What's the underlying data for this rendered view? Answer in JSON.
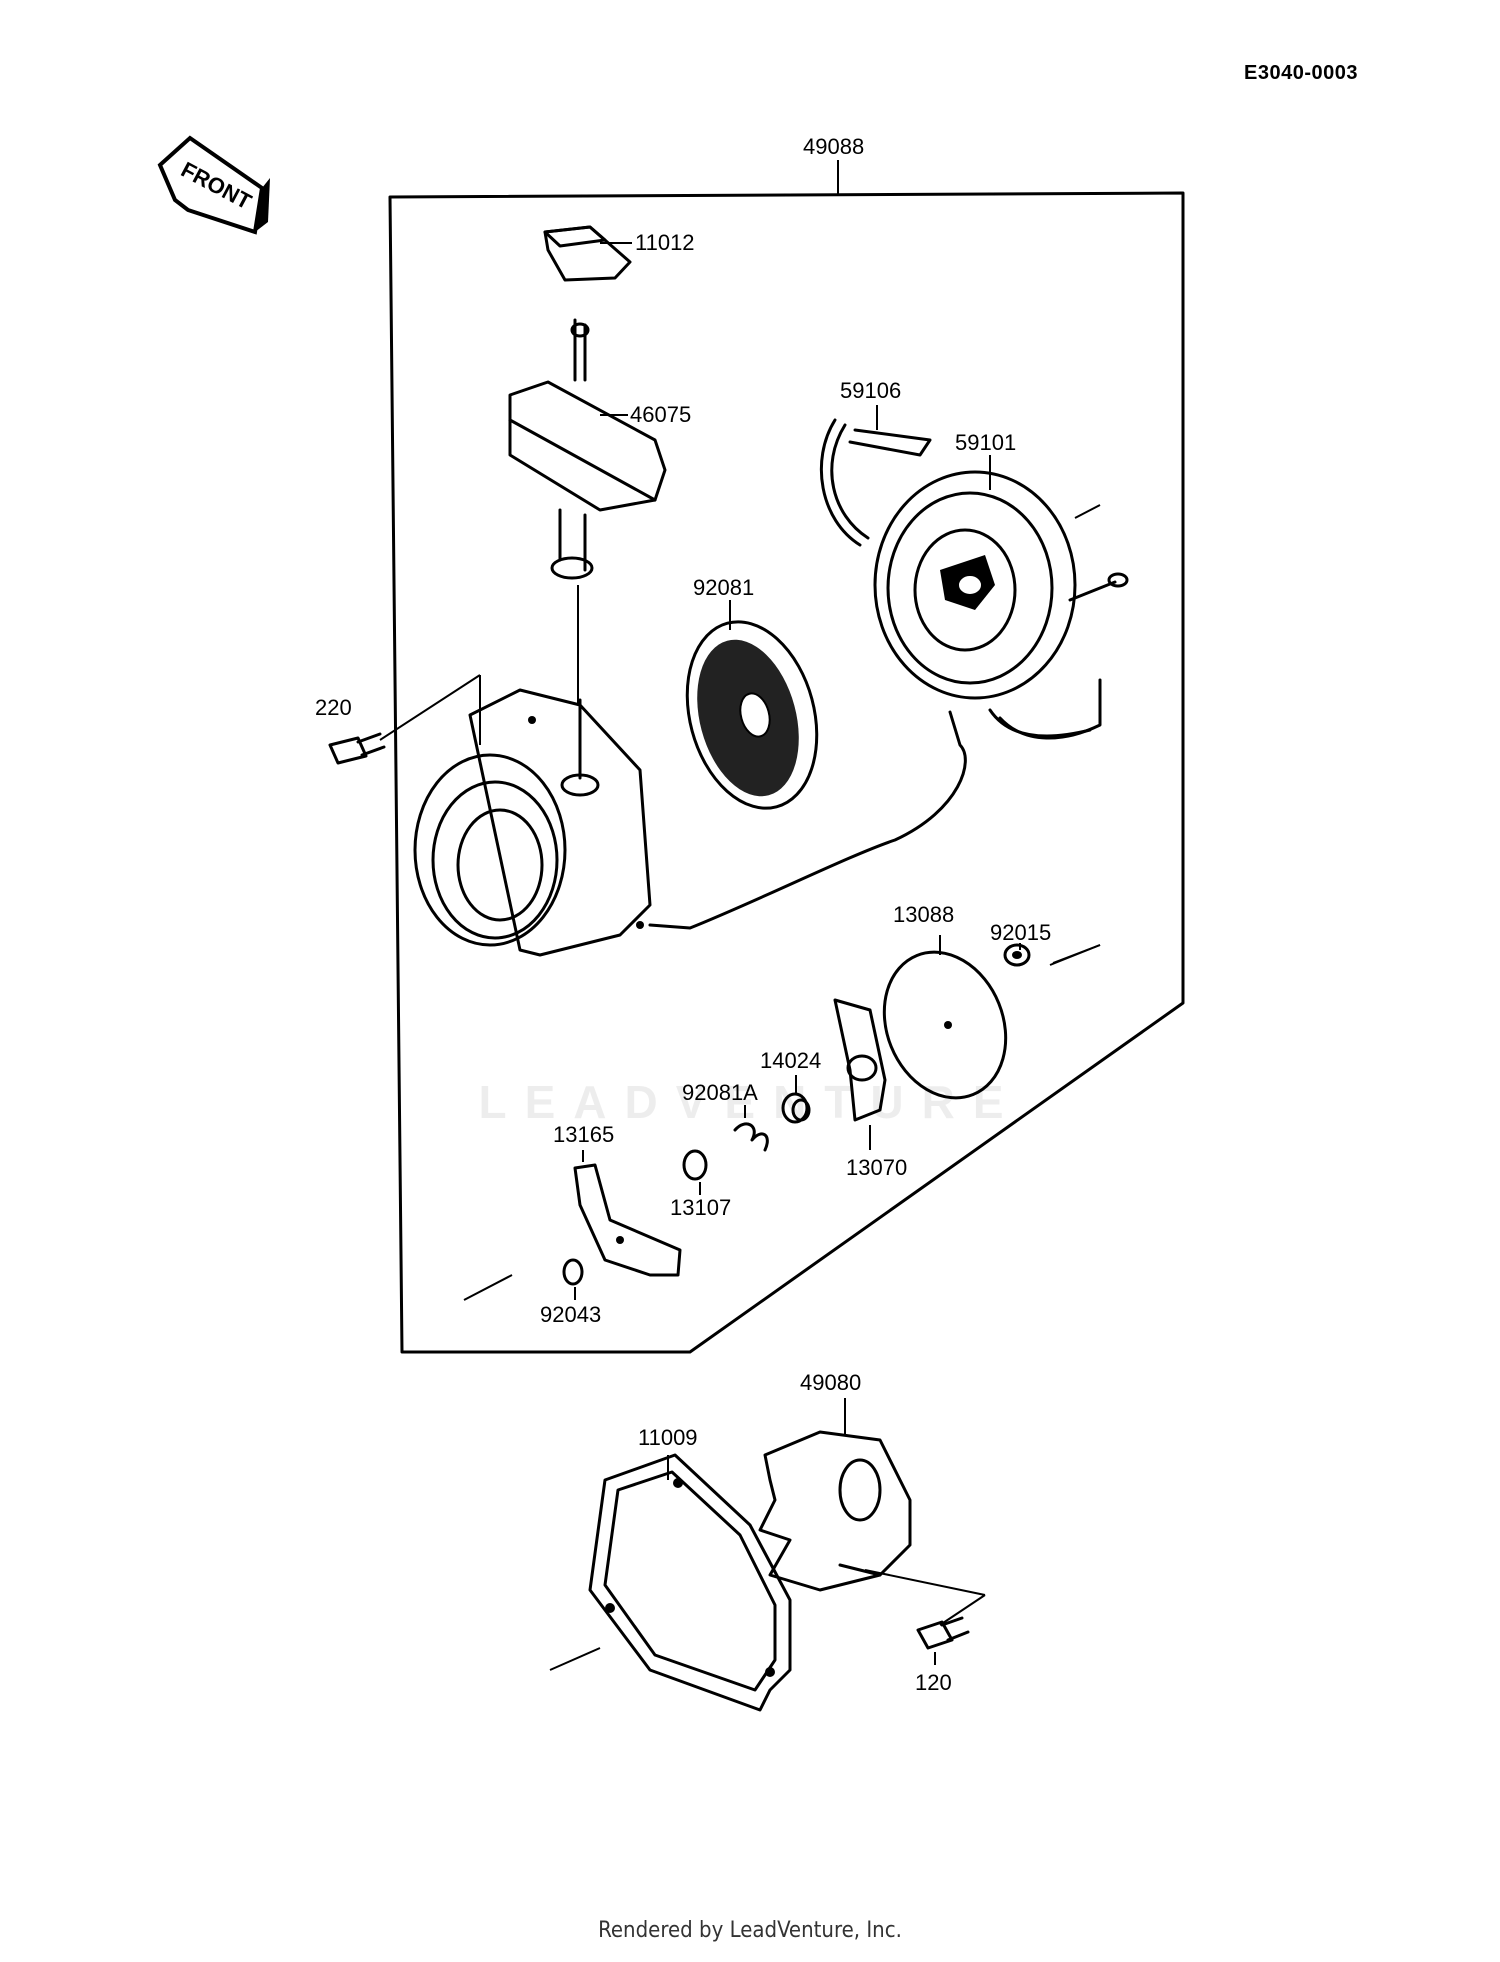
{
  "document": {
    "id": "E3040-0003",
    "footer": "Rendered by LeadVenture, Inc.",
    "watermark": "LEADVENTURE",
    "direction_arrow": "FRONT"
  },
  "parts": {
    "p49088": "49088",
    "p11012": "11012",
    "p46075": "46075",
    "p59106": "59106",
    "p59101": "59101",
    "p92081": "92081",
    "p220": "220",
    "p13088": "13088",
    "p92015": "92015",
    "p14024": "14024",
    "p92081a": "92081A",
    "p13165": "13165",
    "p13070": "13070",
    "p13107": "13107",
    "p92043": "92043",
    "p49080": "49080",
    "p11009": "11009",
    "p120": "120"
  }
}
